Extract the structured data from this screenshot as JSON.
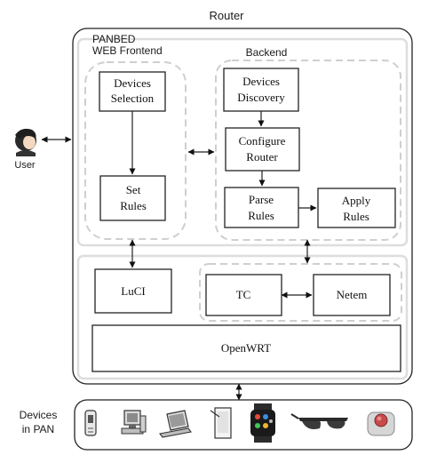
{
  "router": {
    "title": "Router"
  },
  "panbed": {
    "line1": "PANBED",
    "line2": "WEB Frontend"
  },
  "backend": {
    "title": "Backend"
  },
  "user": {
    "label": "User"
  },
  "boxes": {
    "devices_selection": [
      "Devices",
      "Selection"
    ],
    "set_rules": [
      "Set",
      "Rules"
    ],
    "devices_discovery": [
      "Devices",
      "Discovery"
    ],
    "configure_router": [
      "Configure",
      "Router"
    ],
    "parse_rules": [
      "Parse",
      "Rules"
    ],
    "apply_rules": [
      "Apply",
      "Rules"
    ],
    "luci": "LuCI",
    "tc": "TC",
    "netem": "Netem",
    "openwrt": "OpenWRT"
  },
  "devices": {
    "label_line1": "Devices",
    "label_line2": "in PAN",
    "icons": [
      "phone-icon",
      "desktop-pc-icon",
      "laptop-icon",
      "tablet-icon",
      "smartwatch-icon",
      "smart-glasses-icon",
      "sensor-button-icon"
    ]
  },
  "colors": {
    "stroke": "#222222",
    "dashed": "#cfcfcf",
    "panel": "#dddddd"
  }
}
